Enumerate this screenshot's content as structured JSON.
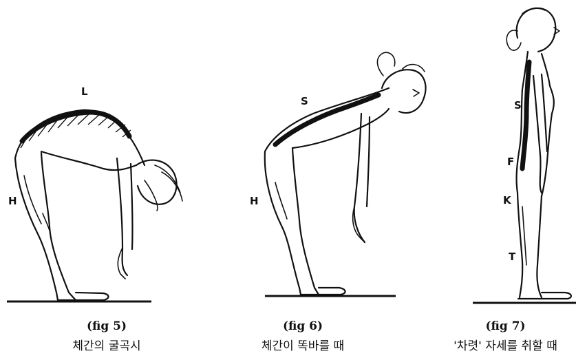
{
  "figures": [
    {
      "number": "(fig 5)",
      "caption": "체간의 굴곡시",
      "labels": {
        "top": "L",
        "hip": "H"
      }
    },
    {
      "number": "(fig 6)",
      "caption": "체간이 똑바를 때",
      "labels": {
        "top": "S",
        "hip": "H"
      }
    },
    {
      "number": "(fig 7)",
      "caption": "'차렷' 자세를 취할 때",
      "labels": {
        "s": "S",
        "f": "F",
        "k": "K",
        "t": "T"
      }
    }
  ]
}
